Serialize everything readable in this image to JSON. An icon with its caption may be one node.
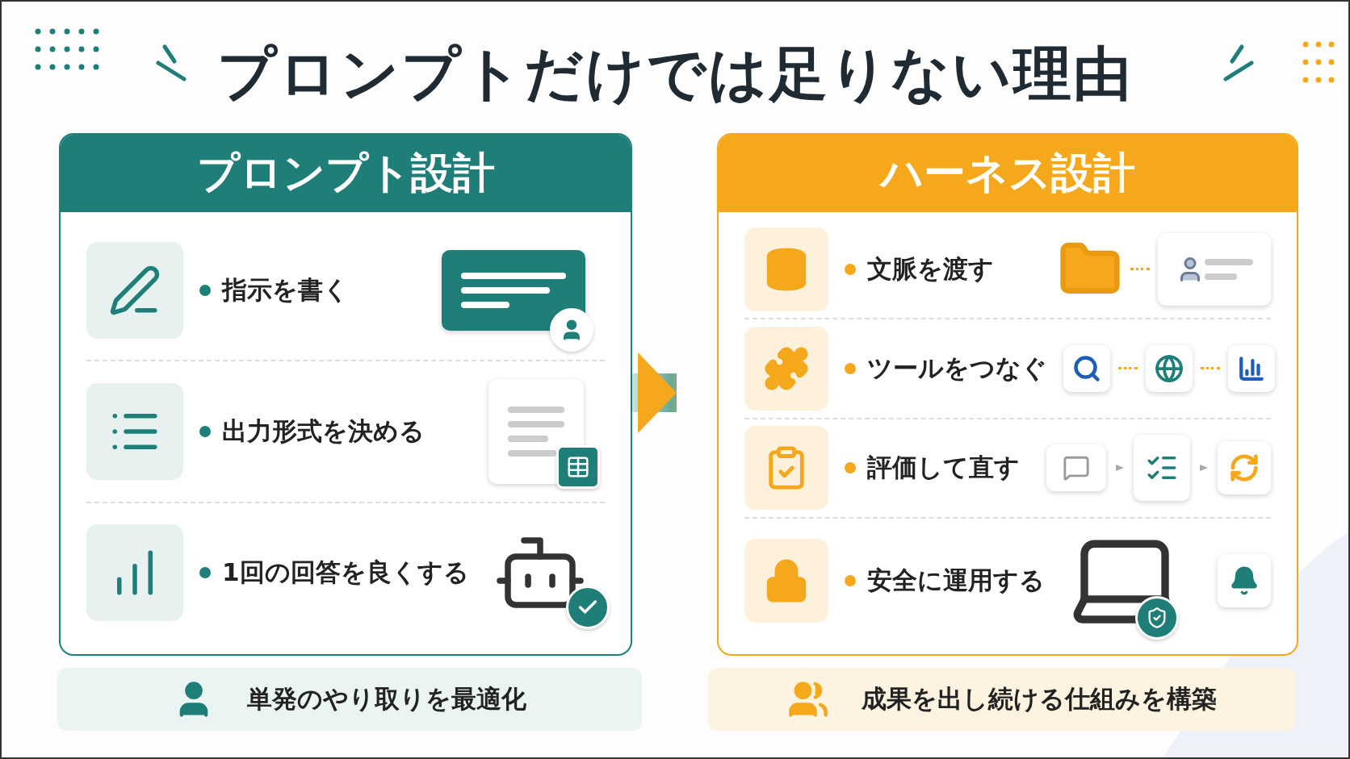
{
  "diagram": {
    "title": "プロンプトだけでは足りない理由",
    "nodes": [
      {
        "text": [
          "プロンプト設計"
        ]
      },
      {
        "text": [
          "指示を書く"
        ],
        "in": 0
      },
      {
        "text": [
          "出力形式を決める"
        ],
        "in": 0
      },
      {
        "text": [
          "1回の回答を良くする"
        ],
        "in": 0
      },
      {
        "text": [
          "ハーネス設計"
        ]
      },
      {
        "text": [
          "文脈を渡す"
        ],
        "in": 4
      },
      {
        "text": [
          "ツールをつなぐ"
        ],
        "in": 4
      },
      {
        "text": [
          "評価して直す"
        ],
        "in": 4
      },
      {
        "text": [
          "安全に運用する"
        ],
        "in": 4
      },
      {
        "text": [
          "単発のやり取りを最適化"
        ]
      },
      {
        "text": [
          "成果を出し続ける仕組みを構築"
        ]
      }
    ],
    "edges": [
      {
        "from": 0,
        "to": 4,
        "arrow": "to",
        "style": "thick"
      }
    ]
  }
}
